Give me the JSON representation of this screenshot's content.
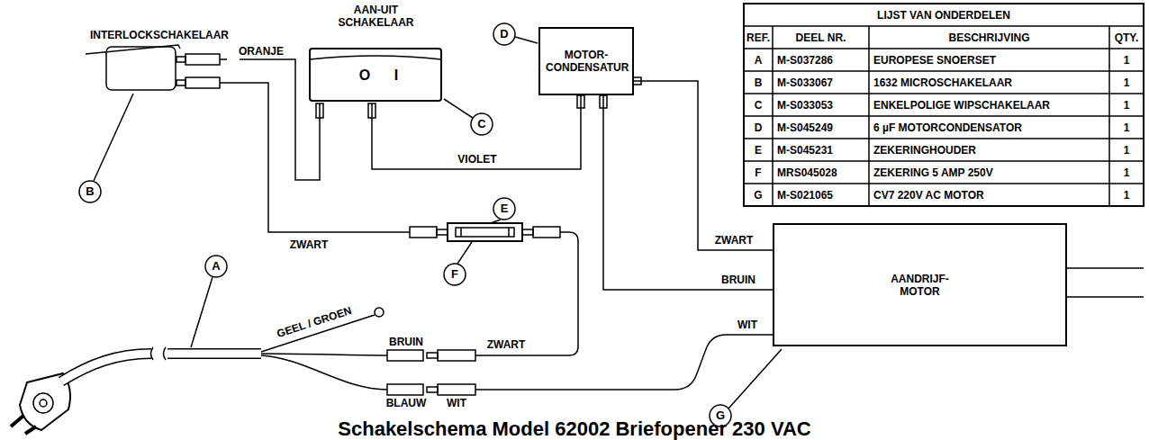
{
  "diagram": {
    "title": "Schakelschema Model 62002 Briefopener 230 VAC",
    "nodes": [
      {
        "text": [
          "INTERLOCKSCHAKELAAR"
        ]
      },
      {
        "text": [
          "AAN-UIT SCHAKELAAR",
          "O",
          "I"
        ]
      },
      {
        "text": [
          "MOTOR- CONDENSATUR"
        ]
      },
      {
        "text": [
          "AANDRIJF- MOTOR"
        ]
      }
    ],
    "edges": [
      {
        "from": 0,
        "to": 1,
        "arrow": "none",
        "label": "ORANJE"
      },
      {
        "from": 1,
        "to": 2,
        "arrow": "none",
        "label": "VIOLET"
      },
      {
        "from": 2,
        "to": 3,
        "arrow": "none",
        "label": "ZWART"
      },
      {
        "from": 2,
        "to": 3,
        "arrow": "none",
        "label": "BRUIN"
      }
    ],
    "labels": [
      "LIJST VAN ONDERDELEN",
      "REF.",
      "DEEL NR.",
      "BESCHRIJVING",
      "QTY.",
      "A",
      "M-S037286",
      "EUROPESE SNOERSET",
      "1",
      "B",
      "M-S033067",
      "1632 MICROSCHAKELAAR",
      "1",
      "C",
      "M-S033053",
      "ENKELPOLIGE WIPSCHAKELAAR",
      "1",
      "D",
      "M-S045249",
      "6 µF MOTORCONDENSATOR",
      "1",
      "E",
      "M-S045231",
      "ZEKERINGHOUDER",
      "1",
      "F",
      "MRS045028",
      "ZEKERING 5 AMP 250V",
      "1",
      "G",
      "M-S021065",
      "CV7 220V AC MOTOR",
      "1",
      "A",
      "B",
      "C",
      "D",
      "E",
      "F",
      "G",
      "ZWART",
      "GEEL / GROEN",
      "BRUIN",
      "ZWART",
      "BLAUW",
      "WIT",
      "WIT"
    ]
  }
}
